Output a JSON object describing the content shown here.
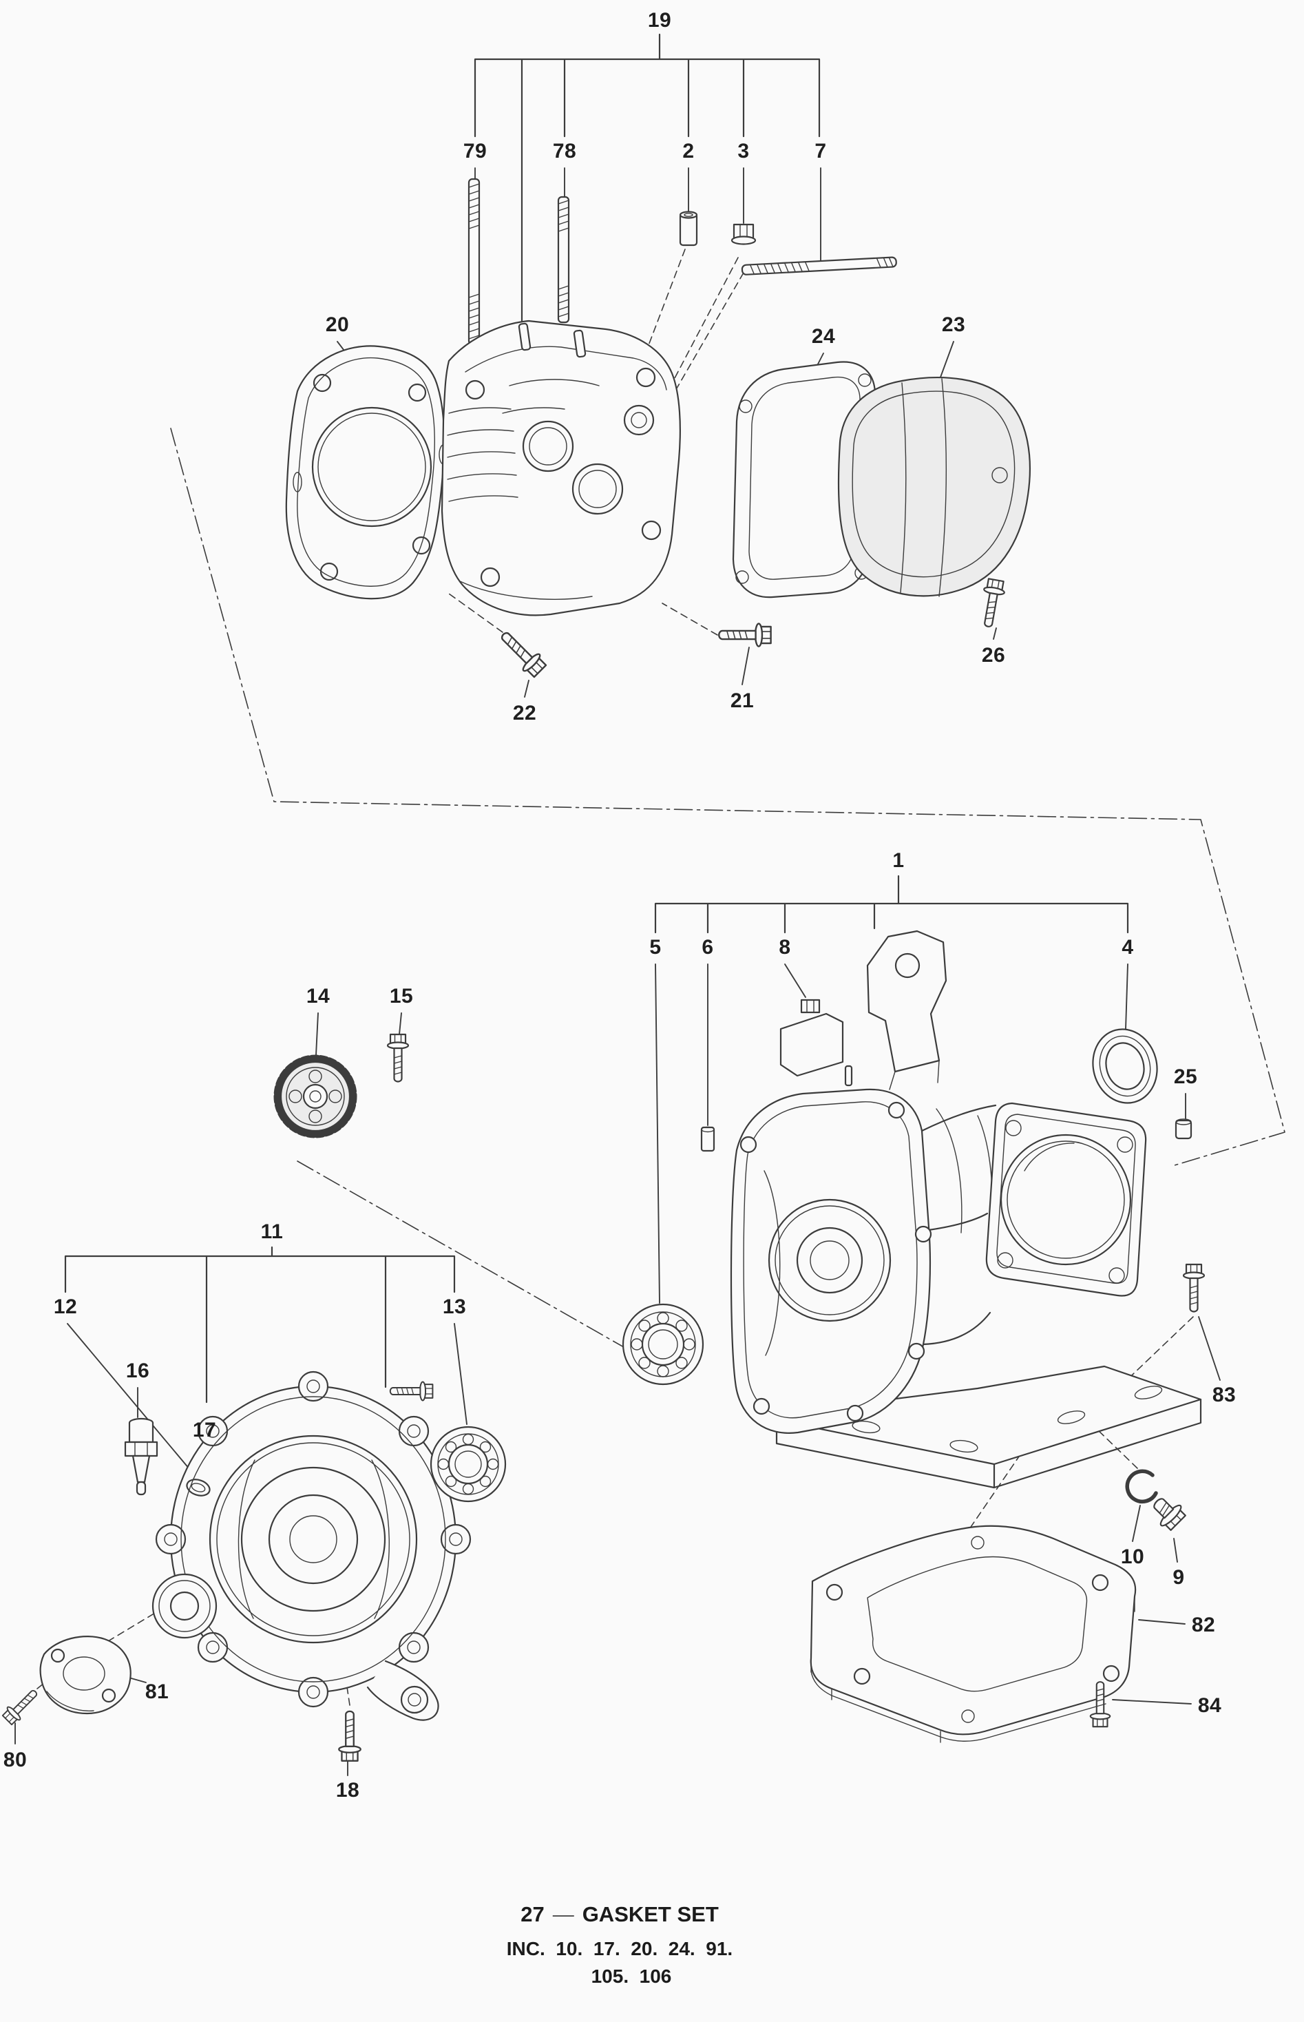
{
  "colors": {
    "ink": "#3c3c3c",
    "paper": "#fafafa",
    "label": "#1f1f1f"
  },
  "callouts": {
    "c19": "19",
    "c79": "79",
    "c78": "78",
    "c2": "2",
    "c3": "3",
    "c7": "7",
    "c20": "20",
    "c24": "24",
    "c23": "23",
    "c26": "26",
    "c22": "22",
    "c21": "21",
    "c1": "1",
    "c5": "5",
    "c6": "6",
    "c8": "8",
    "c4": "4",
    "c25": "25",
    "c14": "14",
    "c15": "15",
    "c11": "11",
    "c12": "12",
    "c13": "13",
    "c16": "16",
    "c17": "17",
    "c83": "83",
    "c10": "10",
    "c9": "9",
    "c82": "82",
    "c84": "84",
    "c81": "81",
    "c80": "80",
    "c18": "18"
  },
  "footer": {
    "part_number": "27",
    "separator": "—",
    "label": "GASKET SET",
    "inc1": "INC.  10.  17.  20.  24.  91.",
    "inc2": "105.  106"
  }
}
